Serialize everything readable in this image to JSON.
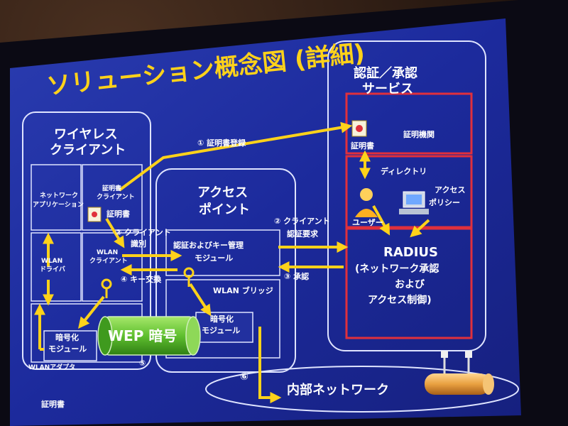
{
  "slide": {
    "title": "ソリューション概念図 (詳細)",
    "wireless_client": {
      "title_line1": "ワイヤレス",
      "title_line2": "クライアント",
      "net_app_line1": "ネットワーク",
      "net_app_line2": "アプリケーション",
      "cert_client_line1": "証明書",
      "cert_client_line2": "クライアント",
      "cert_client_line3": "証明書",
      "wlan_driver_line1": "WLAN",
      "wlan_driver_line2": "ドライバ",
      "wlan_client_line1": "WLAN",
      "wlan_client_line2": "クライアント",
      "crypto_line1": "暗号化",
      "crypto_line2": "モジュール",
      "wlan_adapter": "WLANアダプタ"
    },
    "access_point": {
      "title_line1": "アクセス",
      "title_line2": "ポイント",
      "auth_module_line1": "認証およびキー管理",
      "auth_module_line2": "モジュール",
      "wlan_bridge": "WLAN ブリッジ",
      "crypto_line1": "暗号化",
      "crypto_line2": "モジュール"
    },
    "auth_service": {
      "title_line1": "認証／承認",
      "title_line2": "サービス",
      "cert": "証明書",
      "ca": "証明機関",
      "directory": "ディレクトリ",
      "policy_line1": "アクセス",
      "policy_line2": "ポリシー",
      "user": "ユーザー",
      "radius_line1": "RADIUS",
      "radius_line2": "(ネットワーク承認",
      "radius_line3": "および",
      "radius_line4": "アクセス制御)"
    },
    "steps": {
      "s1": "① 証明書登録",
      "s2a_line1": "② クライアント",
      "s2a_line2": "識別",
      "s2b_line1": "② クライアント",
      "s2b_line2": "認証要求",
      "s3": "③ 承認",
      "s4": "④ キー交換",
      "s5": "⑤",
      "s6": "⑥"
    },
    "wep": "WEP 暗号",
    "internal_network": "内部ネットワーク",
    "footer_cert": "証明書"
  },
  "colors": {
    "slide_bg": "#1c2a9c",
    "title": "#ffd21a",
    "arrow": "#ffd21a",
    "box_outline": "#dfe4ff",
    "red_box": "#e0303c",
    "wep_green": "#5fbf2f"
  }
}
